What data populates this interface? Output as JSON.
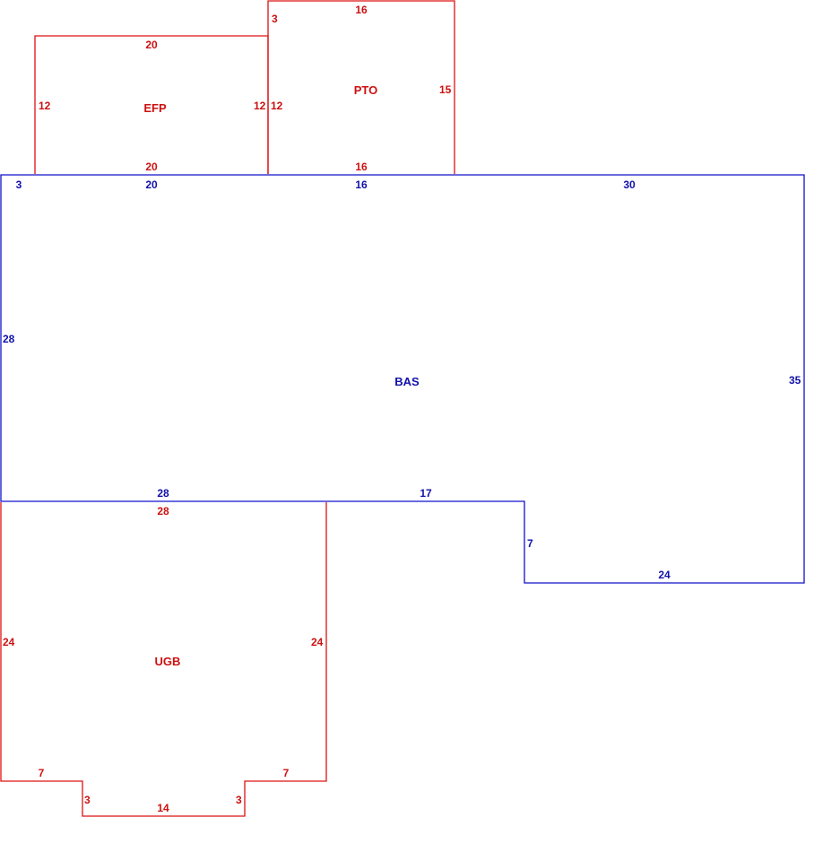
{
  "colors": {
    "red": "#dd1111",
    "blue": "#1111cc"
  },
  "areas": {
    "efp": {
      "name": "EFP",
      "top": "20",
      "bottom": "20",
      "left": "12",
      "right": "12"
    },
    "pto": {
      "name": "PTO",
      "top": "16",
      "bottom": "16",
      "left": "12",
      "right": "15",
      "corner": "3"
    },
    "bas": {
      "name": "BAS",
      "top_left_corner": "3",
      "top_seg1": "20",
      "top_seg2": "16",
      "top_seg3": "30",
      "left": "28",
      "right": "35",
      "bottom_seg1": "28",
      "bottom_seg2": "17",
      "notch_vertical": "7",
      "bottom_right": "24"
    },
    "ugb": {
      "name": "UGB",
      "top": "28",
      "left": "24",
      "right": "24",
      "bottom_left": "7",
      "bottom_right": "7",
      "notch_left": "3",
      "notch_right": "3",
      "bottom_center": "14"
    }
  }
}
